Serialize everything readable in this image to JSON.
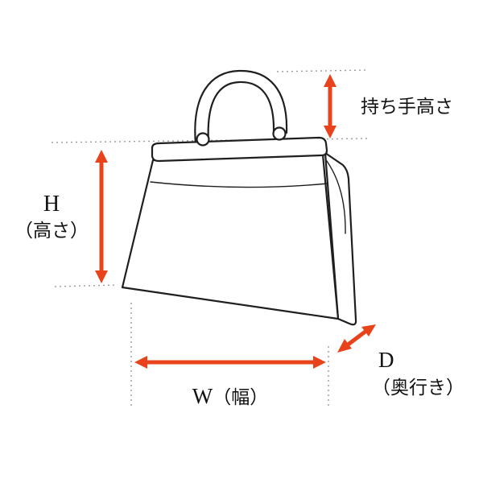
{
  "diagram": {
    "type": "product-dimension-diagram",
    "colors": {
      "arrow": "#e8431a",
      "outline": "#1f1f1f",
      "guide": "#9b9b9b",
      "text": "#111111"
    },
    "labels": {
      "handle_height": "持ち手高さ",
      "height_letter": "H",
      "height_name": "（高さ）",
      "width_letter": "W",
      "width_name": "（幅）",
      "depth_letter": "D",
      "depth_name": "（奥行き）"
    }
  }
}
